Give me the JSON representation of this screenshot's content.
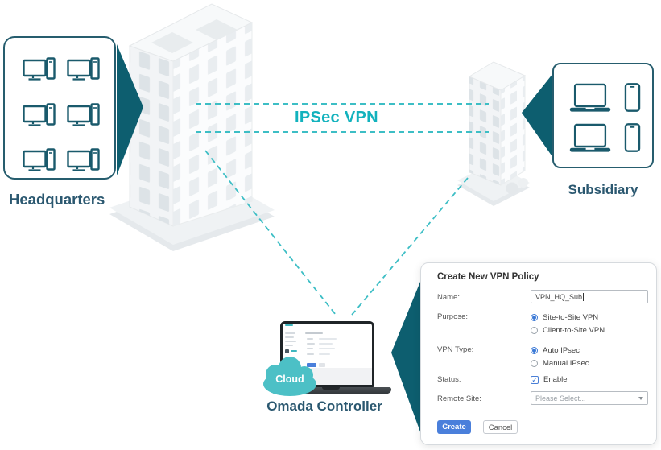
{
  "link": {
    "label": "IPSec VPN"
  },
  "headquarters": {
    "label": "Headquarters"
  },
  "subsidiary": {
    "label": "Subsidiary"
  },
  "controller": {
    "label": "Omada Controller",
    "cloud_badge": "Cloud"
  },
  "dialog": {
    "title": "Create New VPN Policy",
    "name": {
      "label": "Name:",
      "value": "VPN_HQ_Sub"
    },
    "purpose": {
      "label": "Purpose:",
      "options": [
        {
          "label": "Site-to-Site VPN",
          "selected": true
        },
        {
          "label": "Client-to-Site VPN",
          "selected": false
        }
      ]
    },
    "vpn_type": {
      "label": "VPN Type:",
      "options": [
        {
          "label": "Auto IPsec",
          "selected": true
        },
        {
          "label": "Manual IPsec",
          "selected": false
        }
      ]
    },
    "status": {
      "label": "Status:",
      "option_label": "Enable",
      "checked": true,
      "checkmark": "✓"
    },
    "remote_site": {
      "label": "Remote Site:",
      "selected_value": "Please Select..."
    },
    "buttons": {
      "create": "Create",
      "cancel": "Cancel"
    }
  },
  "colors": {
    "accent_turquoise": "#12b2bd",
    "dark_teal": "#0d5e6f",
    "heading_navy": "#2b5870",
    "primary_blue": "#4a7fdb",
    "cloud_teal": "#4cc0c6"
  }
}
